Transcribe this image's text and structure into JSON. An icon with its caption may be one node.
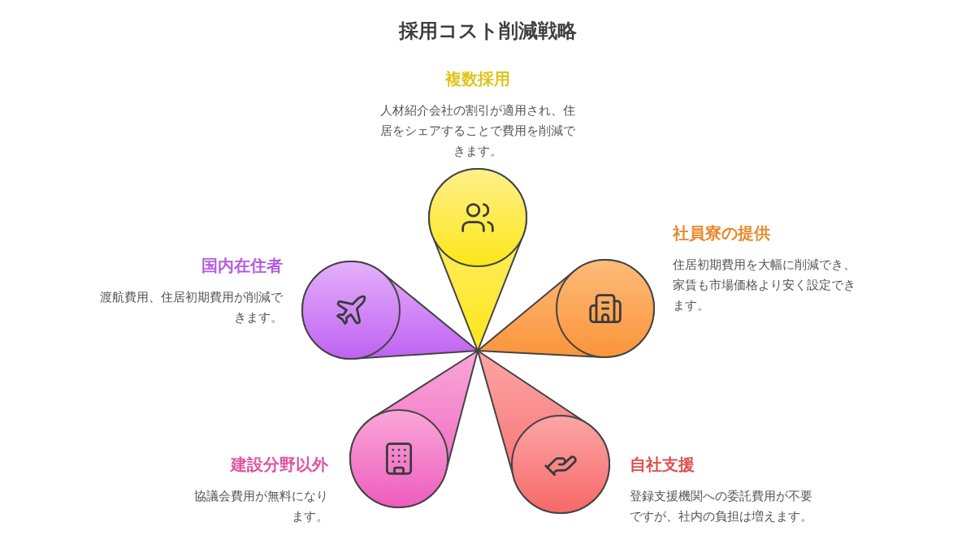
{
  "diagram": {
    "title": "採用コスト削減戦略",
    "nodes": [
      {
        "text": [
          "複数採用",
          "人材紹介会社の割引が適用され、住居をシェアすることで費用を削減できます。"
        ]
      },
      {
        "text": [
          "社員寮の提供",
          "住居初期費用を大幅に削減でき、家賃も市場価格より安く設定できます。"
        ]
      },
      {
        "text": [
          "国内在住者",
          "渡航費用、住居初期費用が削減できます。"
        ]
      },
      {
        "text": [
          "建設分野以外",
          "協議会費用が無料になります。"
        ]
      },
      {
        "text": [
          "自社支援",
          "登録支援機関への委託費用が不要ですが、社内の負担は増えます。"
        ]
      }
    ]
  }
}
